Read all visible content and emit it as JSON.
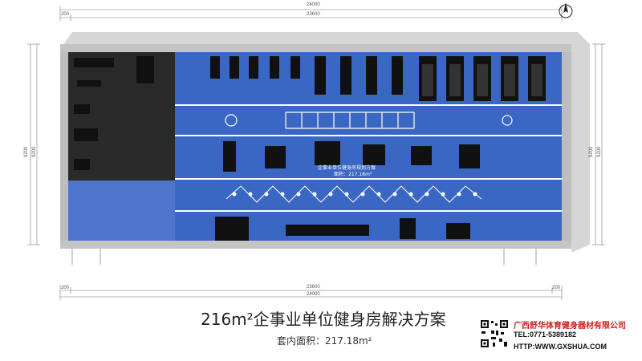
{
  "dimensions": {
    "top_outer": "24000",
    "top_inner": "23600",
    "top_left_small": "200",
    "bottom_outer": "24000",
    "bottom_inner": "23600",
    "bottom_left_small": "200",
    "bottom_right_small": "200",
    "left_outer": "9200",
    "left_inner": "9200",
    "right_outer": "9200",
    "right_inner": "9200"
  },
  "room": {
    "label": "企事业单位健身房规划方案",
    "area": "面积：217.18m²"
  },
  "footer": {
    "title": "216m²企事业单位健身房解决方案",
    "subtitle": "套内面积：217.18m²",
    "company": "广西舒华体育健身器材有限公司",
    "tel": "TEL:0771-5389182",
    "web": "HTTP:WWW.GXSHUA.COM"
  },
  "colors": {
    "floor_blue": "#3a67c4",
    "dark_zone": "#2a2a2a",
    "wall": "#b8b8b8",
    "title_red": "#d32020"
  },
  "icons": [
    "north-arrow-icon",
    "qr-code-icon"
  ]
}
